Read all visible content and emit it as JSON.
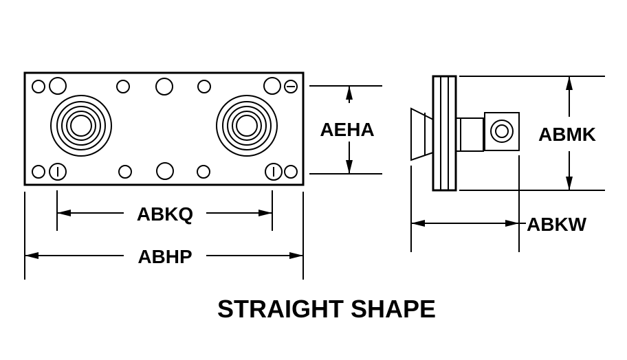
{
  "diagram": {
    "caption": "STRAIGHT SHAPE",
    "dimensions": {
      "height_front": "AEHA",
      "inner_width": "ABKQ",
      "overall_width": "ABHP",
      "height_side": "ABMK",
      "depth_side": "ABKW"
    }
  },
  "colors": {
    "line": "#000000",
    "background": "#ffffff"
  }
}
